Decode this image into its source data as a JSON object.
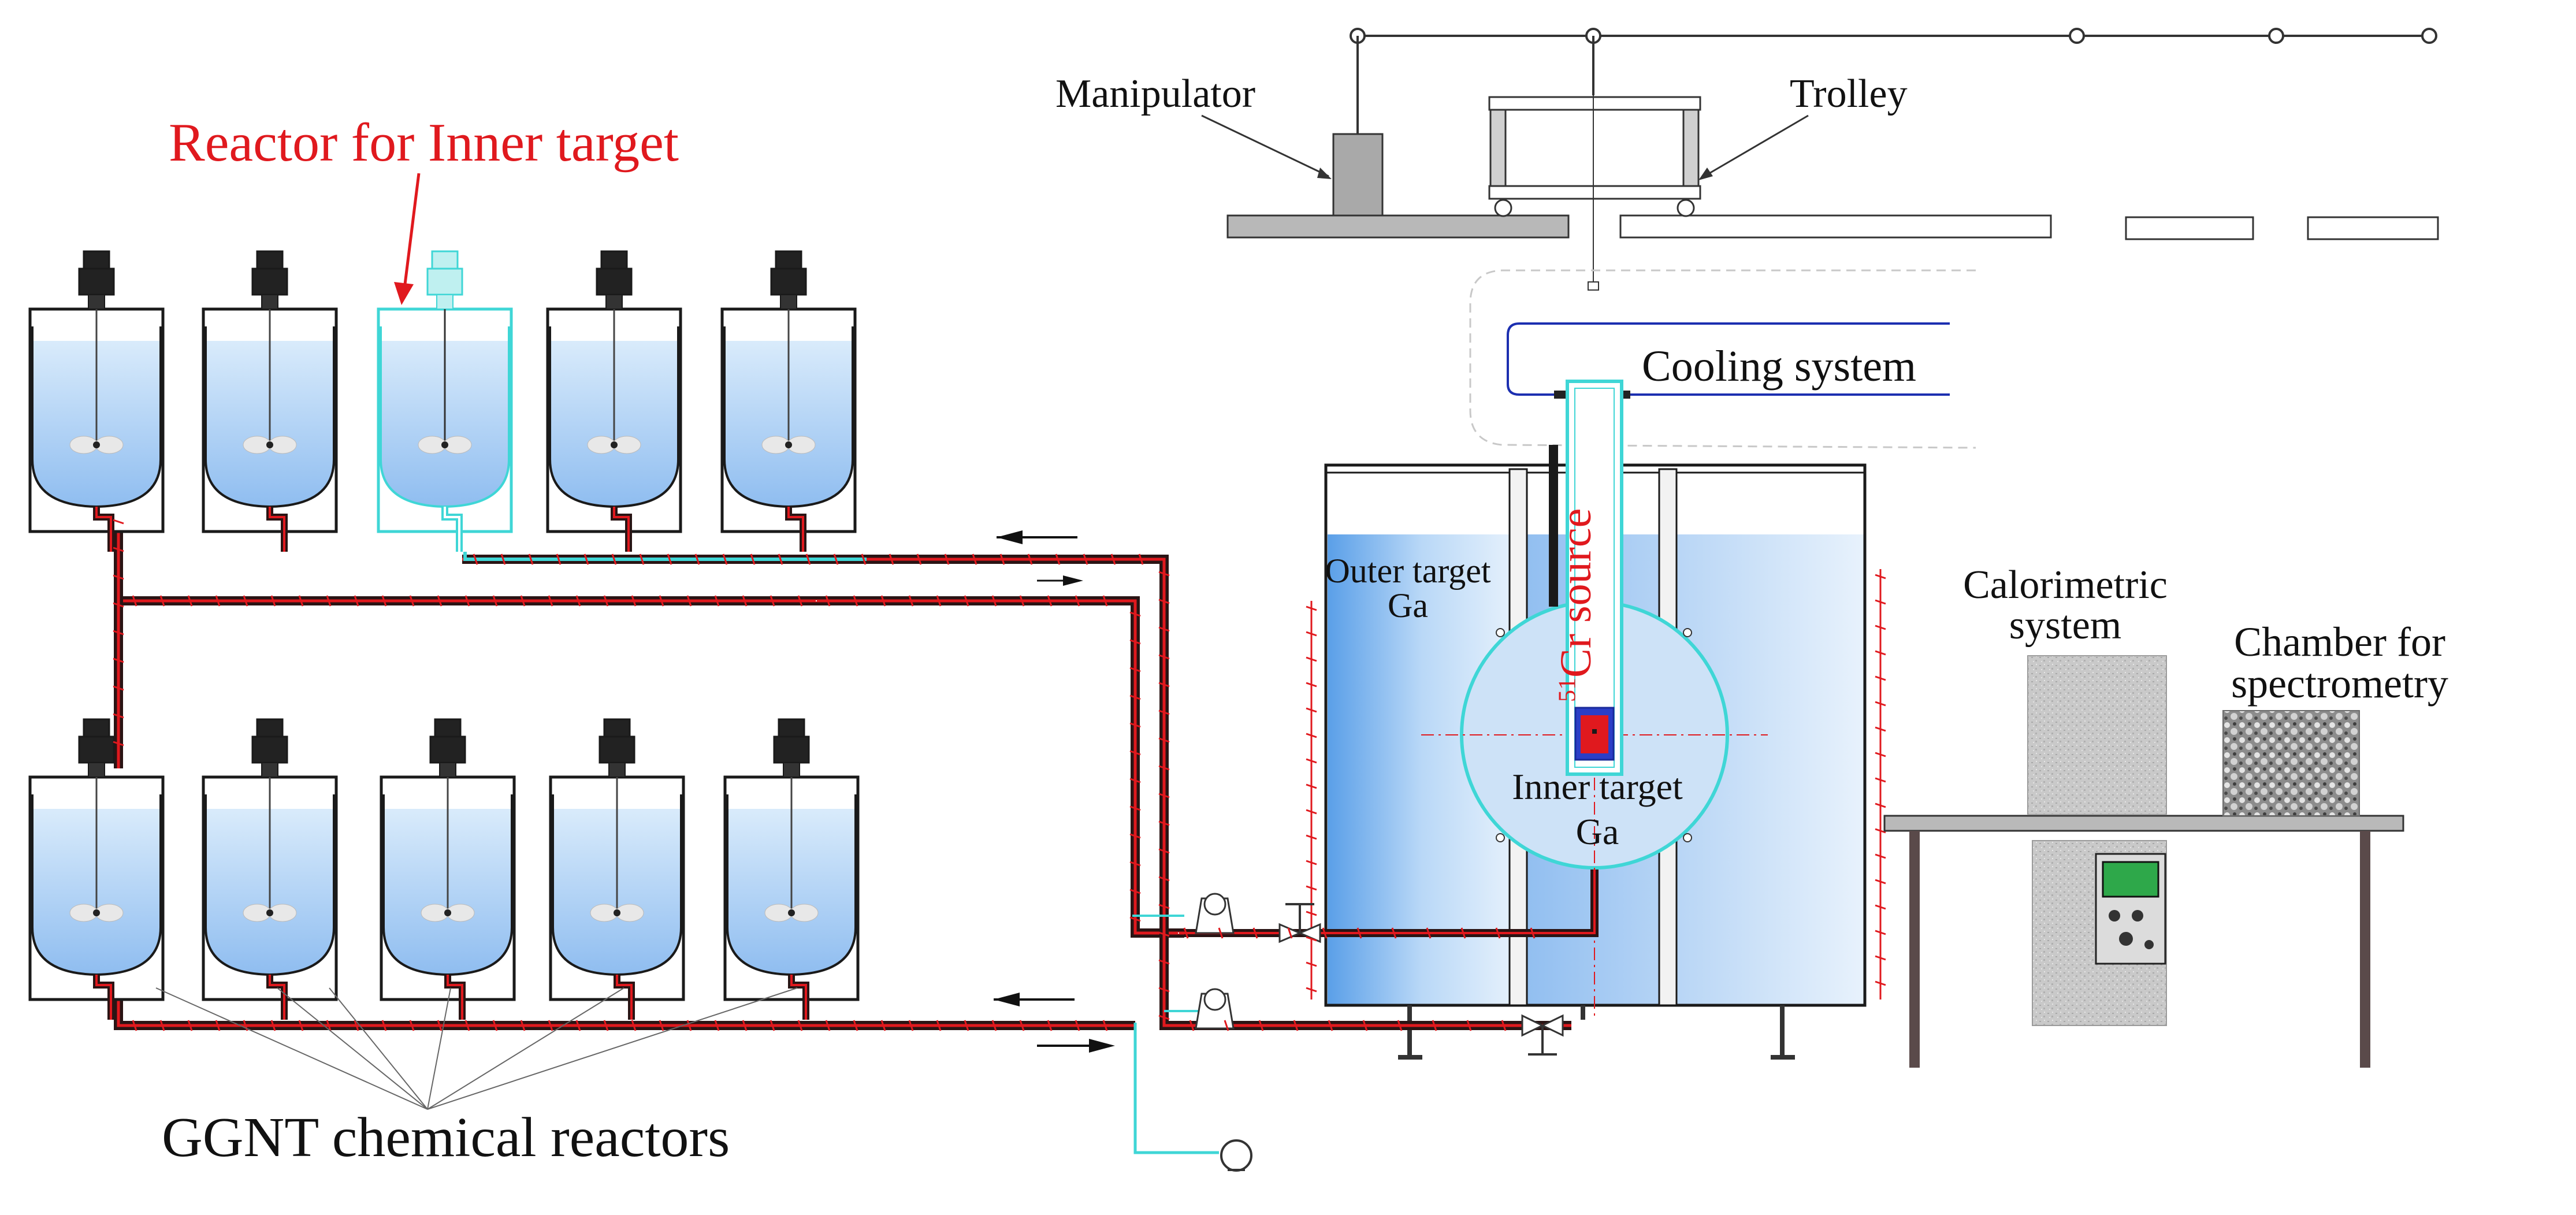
{
  "labels": {
    "manipulator": "Manipulator",
    "trolley": "Trolley",
    "reactor_inner": "Reactor for Inner target",
    "cooling": "Cooling system",
    "outer_target_line1": "Outer target",
    "outer_target_line2": "Ga",
    "source_super": "51",
    "source_main": "Cr source",
    "inner_target_line1": "Inner target",
    "inner_target_line2": "Ga",
    "calorimetric_line1": "Calorimetric",
    "calorimetric_line2": "system",
    "chamber_line1": "Chamber for",
    "chamber_line2": "spectrometry",
    "ggnt": "GGNT chemical reactors"
  },
  "colors": {
    "highlight_text": "#e0191e",
    "reactor_highlight": "#3fd6d6",
    "pipe_dark": "#3b1f1f",
    "pipe_red": "#e0191e",
    "cooling_line": "#1c2fb0",
    "liquid": "#9ec8f2",
    "tank_outline": "#1a1a1a"
  },
  "reactor_rows": [
    {
      "row": "upper",
      "count": 5,
      "highlighted_index": 2
    },
    {
      "row": "lower",
      "count": 5,
      "highlighted_index": null
    }
  ]
}
